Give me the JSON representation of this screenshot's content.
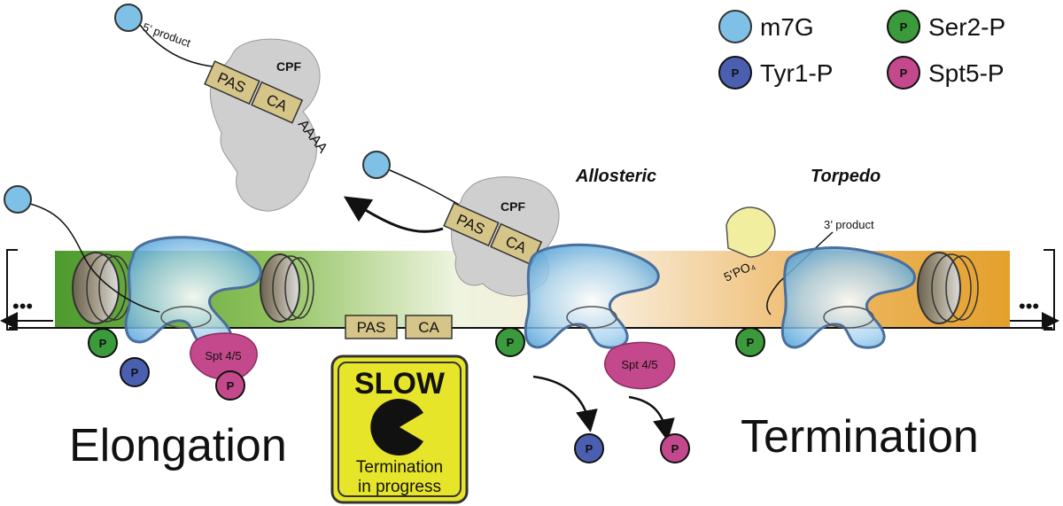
{
  "legend": {
    "m7g": "m7G",
    "ser2p": "Ser2-P",
    "tyr1p": "Tyr1-P",
    "spt5p": "Spt5-P"
  },
  "phospho_symbol": "P",
  "labels": {
    "five_prime_product": "5’ product",
    "cpf": "CPF",
    "pas": "PAS",
    "ca": "CA",
    "polya": "AAAA",
    "allosteric": "Allosteric",
    "torpedo": "Torpedo",
    "three_prime_product": "3’ product",
    "five_po4": "5’PO₄",
    "spt45": "Spt 4/5",
    "ellipsis": "•••",
    "elongation": "Elongation",
    "termination": "Termination"
  },
  "slow_sign": {
    "title": "SLOW",
    "line1": "Termination",
    "line2": "in progress"
  },
  "colors": {
    "m7g": "#7ec0e6",
    "ser2p": "#3a9a3c",
    "tyr1p": "#4a5fb0",
    "spt5p": "#c4498c",
    "band_left": "#4e9a2e",
    "band_right": "#e3a02a",
    "pas_box": "#d6c589",
    "sign": "#e7e52a",
    "cpf": "#cfcfcf"
  }
}
